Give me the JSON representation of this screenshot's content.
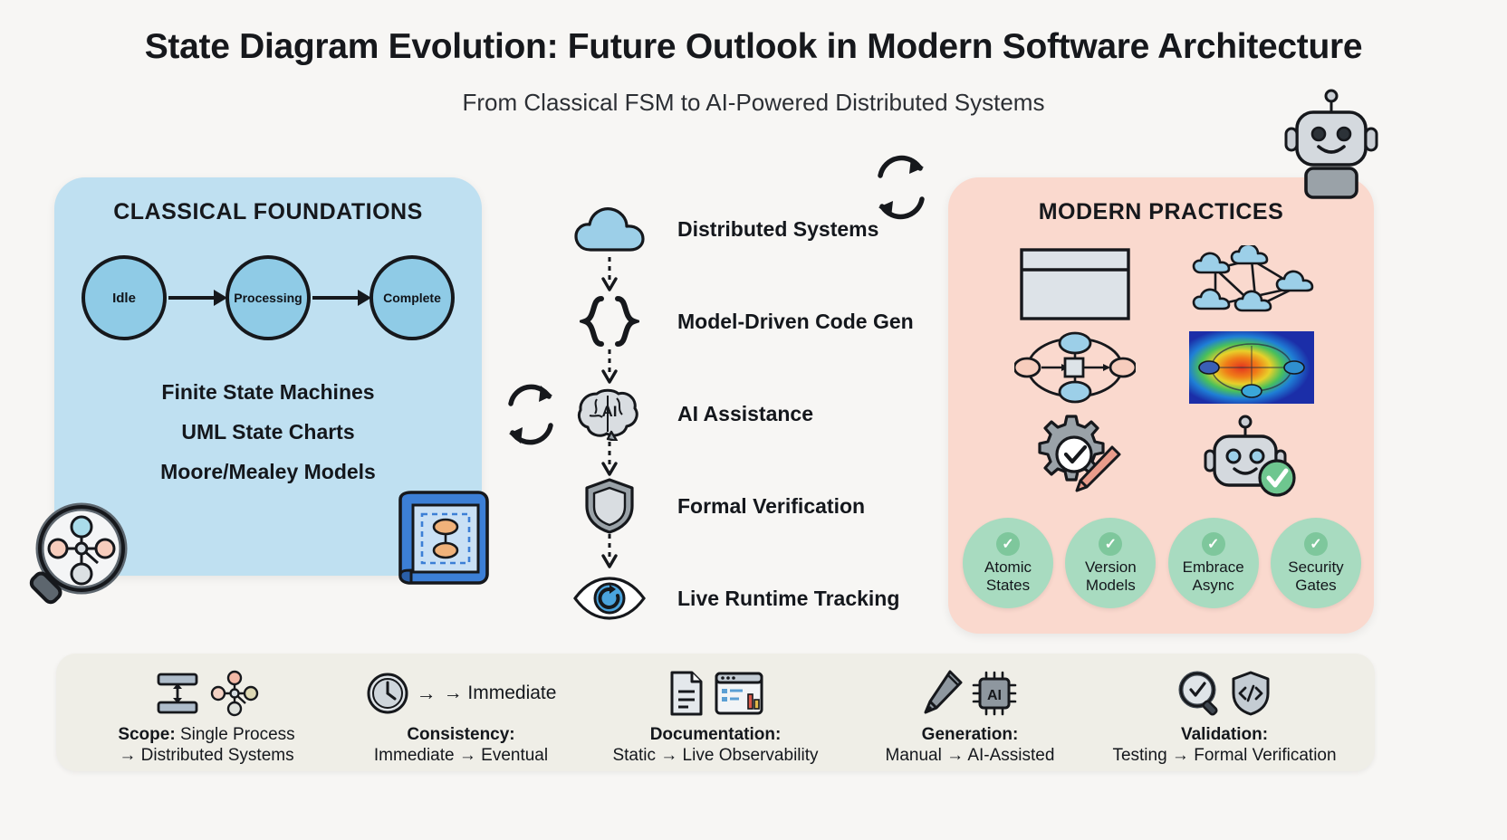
{
  "header": {
    "title": "State Diagram Evolution: Future Outlook in Modern Software Architecture",
    "subtitle": "From Classical FSM to AI-Powered Distributed Systems"
  },
  "colors": {
    "background": "#f7f6f4",
    "panel_left_bg": "#bfe0f1",
    "panel_right_bg": "#fad9ce",
    "state_node_fill": "#8fcbe6",
    "badge_fill": "#a8dbc0",
    "footer_bg": "#efeee7",
    "ink": "#16181c"
  },
  "left_panel": {
    "title": "CLASSICAL FOUNDATIONS",
    "states": [
      {
        "label": "Idle"
      },
      {
        "label": "Processing"
      },
      {
        "label": "Complete"
      }
    ],
    "bullets": [
      "Finite State Machines",
      "UML State Charts",
      "Moore/Mealey Models"
    ]
  },
  "center_flow": {
    "steps": [
      {
        "icon": "cloud-icon",
        "label": "Distributed Systems"
      },
      {
        "icon": "curly-braces-icon",
        "label": "Model-Driven Code Gen"
      },
      {
        "icon": "ai-brain-icon",
        "label": "AI Assistance"
      },
      {
        "icon": "shield-icon",
        "label": "Formal Verification"
      },
      {
        "icon": "eye-icon",
        "label": "Live Runtime Tracking"
      }
    ]
  },
  "right_panel": {
    "title": "MODERN PRACTICES",
    "tiles": [
      {
        "icon": "table-diagram-icon"
      },
      {
        "icon": "cloud-mesh-icon"
      },
      {
        "icon": "state-graph-icon"
      },
      {
        "icon": "heatmap-icon"
      },
      {
        "icon": "gear-check-pencil-icon"
      },
      {
        "icon": "robot-check-icon"
      }
    ],
    "badges": [
      {
        "line1": "Atomic",
        "line2": "States",
        "check": "✓"
      },
      {
        "line1": "Version",
        "line2": "Models",
        "check": "✓"
      },
      {
        "line1": "Embrace",
        "line2": "Async",
        "check": "✓"
      },
      {
        "line1": "Security",
        "line2": "Gates",
        "check": "✓"
      }
    ]
  },
  "footer": {
    "items": [
      {
        "icons": [
          "vertical-scope-icon",
          "node-network-icon"
        ],
        "label": "Scope:",
        "value": " Single Process",
        "value2": "→ Distributed Systems"
      },
      {
        "icons": [
          "clock-icon",
          "arrow-right-icon",
          "immediate-text"
        ],
        "inline_text": "→ Immediate",
        "label": "Consistency:",
        "value": "",
        "value2": "Immediate → Eventual"
      },
      {
        "icons": [
          "document-icon",
          "dashboard-icon"
        ],
        "label": "Documentation:",
        "value": "",
        "value2": "Static → Live Observability"
      },
      {
        "icons": [
          "pencil-icon",
          "ai-chip-icon"
        ],
        "label": "Generation:",
        "value": "",
        "value2": "Manual → AI-Assisted"
      },
      {
        "icons": [
          "magnifier-check-icon",
          "shield-code-icon"
        ],
        "label": "Validation:",
        "value": "",
        "value2": "Testing → Formal Verification"
      }
    ]
  },
  "decorations": [
    {
      "name": "cycle-arrows-top",
      "icon": "refresh-cycle-icon"
    },
    {
      "name": "cycle-arrows-middle",
      "icon": "refresh-cycle-icon"
    },
    {
      "name": "magnifier-graph",
      "icon": "magnifier-graph-icon"
    },
    {
      "name": "blueprint",
      "icon": "blueprint-icon"
    },
    {
      "name": "robot-mascot",
      "icon": "robot-mascot-icon"
    }
  ]
}
